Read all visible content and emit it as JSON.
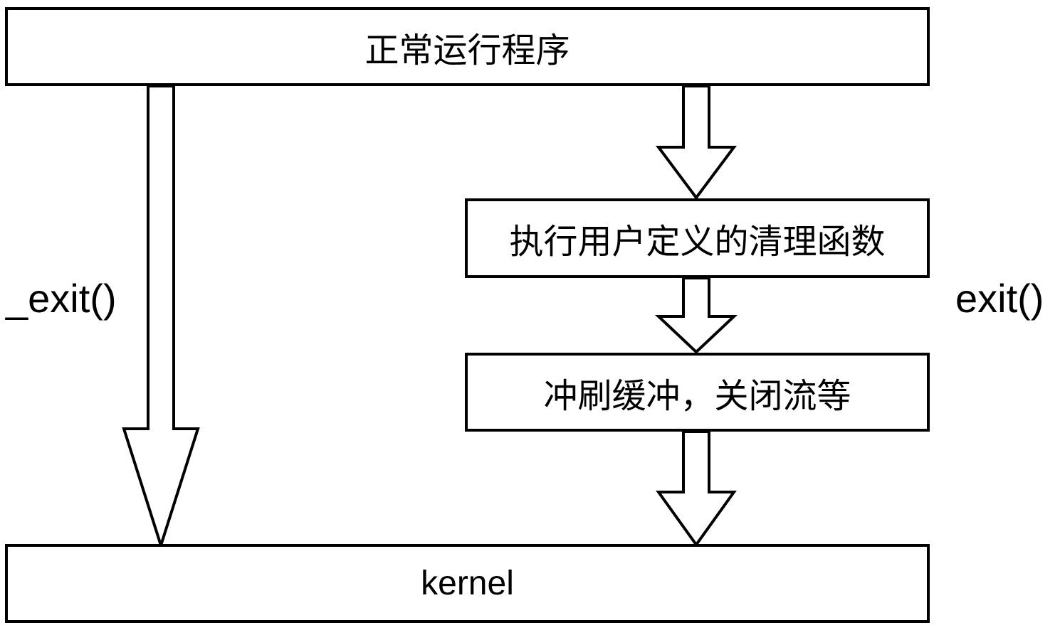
{
  "diagram": {
    "start_box": "正常运行程序",
    "cleanup_box": "执行用户定义的清理函数",
    "flush_box": "冲刷缓冲，关闭流等",
    "kernel_box": "kernel",
    "left_path_label": "_exit()",
    "right_path_label": "exit()"
  },
  "colors": {
    "stroke": "#000000",
    "fill": "#ffffff"
  }
}
